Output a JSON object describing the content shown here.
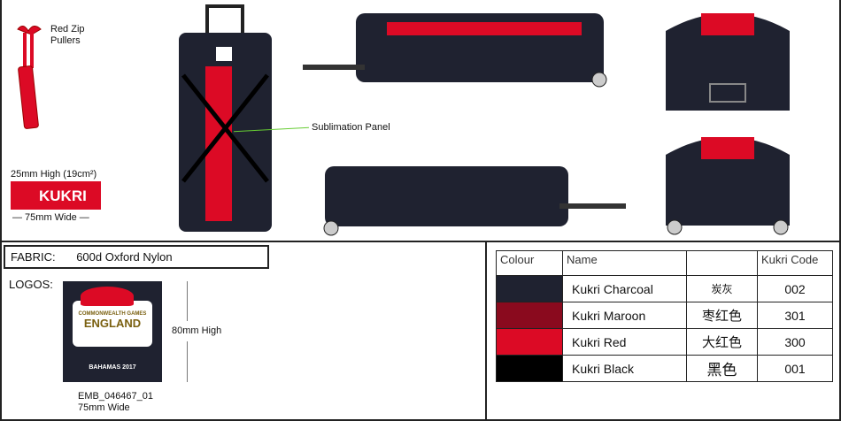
{
  "top": {
    "zip_label": "Red Zip Pullers",
    "sublimation_label": "Sublimation Panel",
    "kukri_size_high": "25mm High (19cm²)",
    "kukri_logo_text": "KUKRI",
    "kukri_size_wide": "— 75mm Wide —"
  },
  "fabric": {
    "label": "FABRIC:",
    "value": "600d Oxford Nylon"
  },
  "logos": {
    "label": "LOGOS:",
    "logo_line1": "COMMONWEALTH GAMES",
    "logo_line2": "ENGLAND",
    "logo_line3": "BAHAMAS 2017",
    "height": "80mm High",
    "code": "EMB_046467_01",
    "width": "75mm Wide"
  },
  "colours": {
    "headers": [
      "Colour",
      "Name",
      "",
      "Kukri Code"
    ],
    "rows": [
      {
        "swatch": "#1f2230",
        "name": "Kukri Charcoal",
        "cn": "炭灰",
        "code": "002"
      },
      {
        "swatch": "#8a0a1e",
        "name": "Kukri Maroon",
        "cn": "枣红色",
        "code": "301"
      },
      {
        "swatch": "#dc0a25",
        "name": "Kukri Red",
        "cn": "大红色",
        "code": "300"
      },
      {
        "swatch": "#000000",
        "name": "Kukri Black",
        "cn": "黑色",
        "code": "001"
      }
    ]
  }
}
